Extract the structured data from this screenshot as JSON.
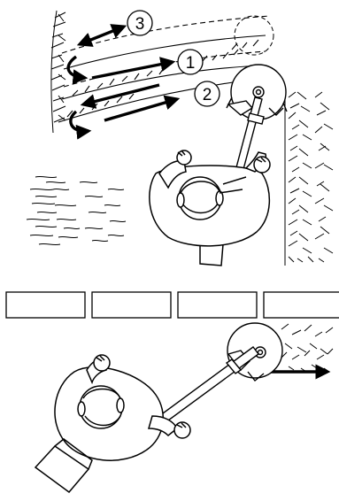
{
  "diagram": {
    "numbered_steps": [
      {
        "label": "1"
      },
      {
        "label": "2"
      },
      {
        "label": "3"
      }
    ],
    "icons": [
      "operator-figure-top-view",
      "trimmer-cutting-head",
      "trimmer-shaft",
      "direction-arrow",
      "curb-stone"
    ],
    "colors": {
      "line": "#000000",
      "background": "#ffffff"
    }
  }
}
